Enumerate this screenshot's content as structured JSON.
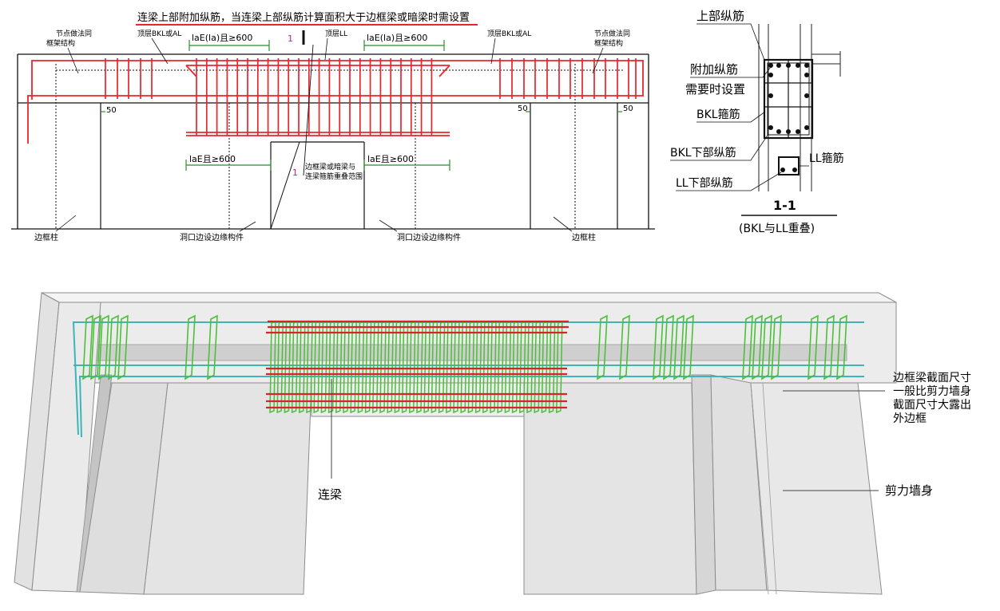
{
  "top_drawing": {
    "title": "连梁上部附加纵筋，当连梁上部纵筋计算面积大于边框梁或暗梁时需设置",
    "node_left": [
      "节点做法同",
      "框架结构"
    ],
    "node_right": [
      "节点做法同",
      "框架结构"
    ],
    "top_bkl_left": "顶层BKL或AL",
    "top_bkl_right": "顶层BKL或AL",
    "top_ll": "顶层LL",
    "anchor_top_left": "laE(la)且≥600",
    "anchor_top_right": "laE(la)且≥600",
    "anchor_bottom_left": "laE且≥600",
    "anchor_bottom_right": "laE且≥600",
    "section_mark": "1",
    "overlap_note": [
      "边框梁或暗梁与",
      "连梁箍筋重叠范围"
    ],
    "dim_50": "50",
    "edge_column_left": "边框柱",
    "edge_column_right": "边框柱",
    "opening_member_left": "洞口边设边缘构件",
    "opening_member_right": "洞口边设边缘构件"
  },
  "section_view": {
    "top_bars": "上部纵筋",
    "extra_bars": "附加纵筋",
    "when_needed": "需要时设置",
    "bkl_stirrup": "BKL箍筋",
    "bkl_bottom": "BKL下部纵筋",
    "ll_stirrup": "LL箍筋",
    "ll_bottom": "LL下部纵筋",
    "section_title": "1-1",
    "section_sub": "(BKL与LL重叠)"
  },
  "model_3d": {
    "note": [
      "边框梁截面尺寸",
      "一般比剪力墙身",
      "截面尺寸大露出",
      "外边框"
    ],
    "wall_body": "剪力墙身",
    "coupling_beam": "连梁"
  },
  "colors": {
    "rebar_red": "#e8262d",
    "dim_green": "#2e8b2e",
    "stirrup_green": "#4cbf3a",
    "long_bar_cyan": "#3fb4b8",
    "model_fill": "#e6e6e6",
    "model_edge": "#8c8c8c"
  }
}
